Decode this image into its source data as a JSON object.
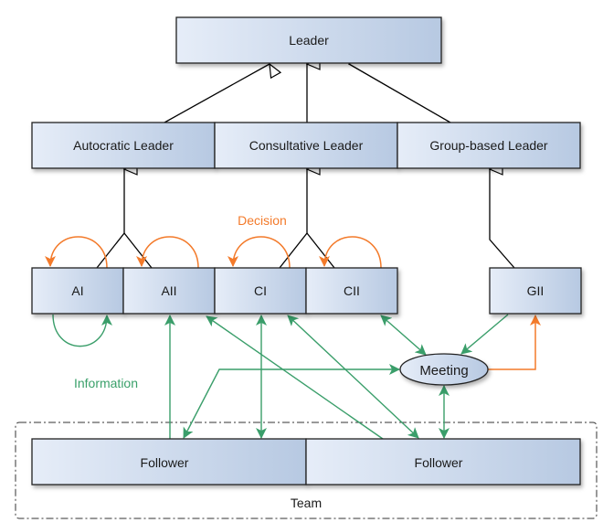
{
  "diagram": {
    "colors": {
      "box_fill_start": "#e6edf8",
      "box_fill_end": "#b7c9e2",
      "box_stroke": "#222222",
      "inherit_line": "#000000",
      "decision_line": "#f37a2a",
      "information_line": "#3a9e6a"
    },
    "nodes": {
      "leader": "Leader",
      "autocratic": "Autocratic Leader",
      "consultative": "Consultative Leader",
      "group_based": "Group-based Leader",
      "ai": "AI",
      "aii": "AII",
      "ci": "CI",
      "cii": "CII",
      "gii": "GII",
      "meeting": "Meeting",
      "follower_1": "Follower",
      "follower_2": "Follower"
    },
    "container": {
      "team": "Team"
    },
    "labels": {
      "decision": "Decision",
      "information": "Information"
    },
    "edges": [
      {
        "from": "Autocratic Leader",
        "to": "Leader",
        "type": "generalization"
      },
      {
        "from": "Consultative Leader",
        "to": "Leader",
        "type": "generalization"
      },
      {
        "from": "Group-based Leader",
        "to": "Leader",
        "type": "generalization"
      },
      {
        "from": "AI",
        "to": "Autocratic Leader",
        "type": "generalization"
      },
      {
        "from": "AII",
        "to": "Autocratic Leader",
        "type": "generalization"
      },
      {
        "from": "CI",
        "to": "Consultative Leader",
        "type": "generalization"
      },
      {
        "from": "CII",
        "to": "Consultative Leader",
        "type": "generalization"
      },
      {
        "from": "GII",
        "to": "Group-based Leader",
        "type": "generalization"
      },
      {
        "from": "AI",
        "to": "AI",
        "type": "decision"
      },
      {
        "from": "AII",
        "to": "AII",
        "type": "decision"
      },
      {
        "from": "CI",
        "to": "CI",
        "type": "decision"
      },
      {
        "from": "CII",
        "to": "CII",
        "type": "decision"
      },
      {
        "from": "Meeting",
        "to": "GII",
        "type": "decision"
      },
      {
        "from": "AI",
        "to": "AI",
        "type": "information"
      },
      {
        "from": "Follower",
        "to": "AII",
        "type": "information"
      },
      {
        "from": "Follower",
        "to": "AII",
        "type": "information"
      },
      {
        "from": "CI",
        "to": "Follower",
        "type": "information-bidirectional"
      },
      {
        "from": "CI",
        "to": "Follower",
        "type": "information-bidirectional"
      },
      {
        "from": "CII",
        "to": "Meeting",
        "type": "information-bidirectional"
      },
      {
        "from": "GII",
        "to": "Meeting",
        "type": "information"
      },
      {
        "from": "Meeting",
        "to": "Follower",
        "type": "information-bidirectional"
      },
      {
        "from": "Meeting",
        "to": "Follower",
        "type": "information-bidirectional"
      }
    ]
  }
}
